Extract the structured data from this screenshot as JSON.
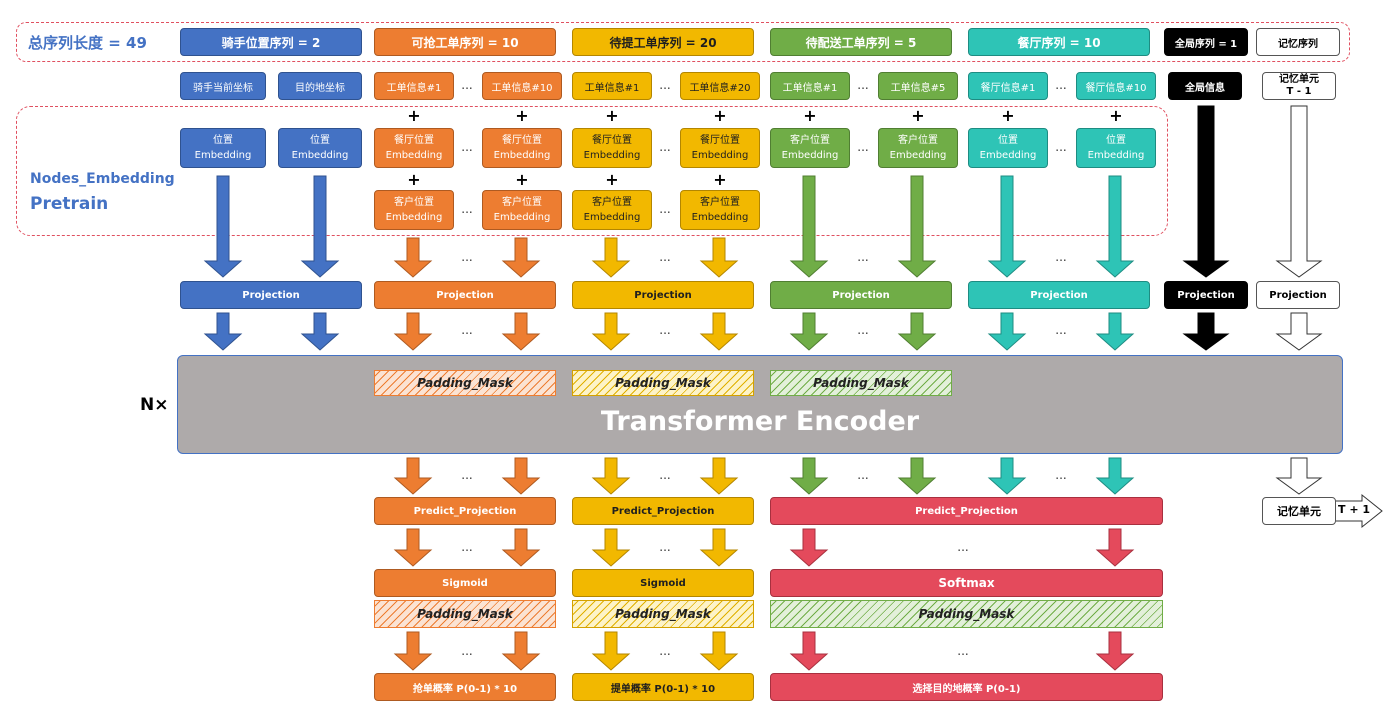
{
  "colors": {
    "blue": "#4472c4",
    "orange": "#ed7d31",
    "yellow": "#f2b800",
    "green": "#70ad47",
    "teal": "#2ec4b6",
    "red": "#e44a5c",
    "black": "#000000",
    "gray": "#aeaaaa"
  },
  "total_len": "总序列长度 = 49",
  "seq_headers": {
    "rider": "骑手位置序列 = 2",
    "grab": "可抢工单序列 = 10",
    "pickup": "待提工单序列 = 20",
    "deliver": "待配送工单序列 = 5",
    "restaurant": "餐厅序列 = 10",
    "global": "全局序列 = 1",
    "memory": "记忆序列"
  },
  "info": {
    "rider_cur": "骑手当前坐标",
    "rider_dest": "目的地坐标",
    "grab_1": "工单信息#1",
    "grab_n": "工单信息#10",
    "pickup_1": "工单信息#1",
    "pickup_n": "工单信息#20",
    "deliver_1": "工单信息#1",
    "deliver_n": "工单信息#5",
    "rest_1": "餐厅信息#1",
    "rest_n": "餐厅信息#10",
    "global": "全局信息",
    "memory_t1": "记忆单元",
    "memory_t1b": "T - 1"
  },
  "emb": {
    "pos": "位置",
    "embedding": "Embedding",
    "rest_pos": "餐厅位置",
    "cust_pos": "客户位置"
  },
  "side": {
    "nodes_emb": "Nodes_Embedding",
    "pretrain": "Pretrain",
    "nx": "N×"
  },
  "projection": "Projection",
  "padding_mask": "Padding_Mask",
  "encoder": "Transformer Encoder",
  "predict_projection": "Predict_Projection",
  "sigmoid": "Sigmoid",
  "softmax": "Softmax",
  "outputs": {
    "grab": "抢单概率 P(0-1) * 10",
    "pickup": "提单概率 P(0-1) * 10",
    "dest": "选择目的地概率 P(0-1)"
  },
  "memory_out": "记忆单元",
  "t_plus": "T + 1",
  "ellipsis": "...",
  "plus": "+"
}
